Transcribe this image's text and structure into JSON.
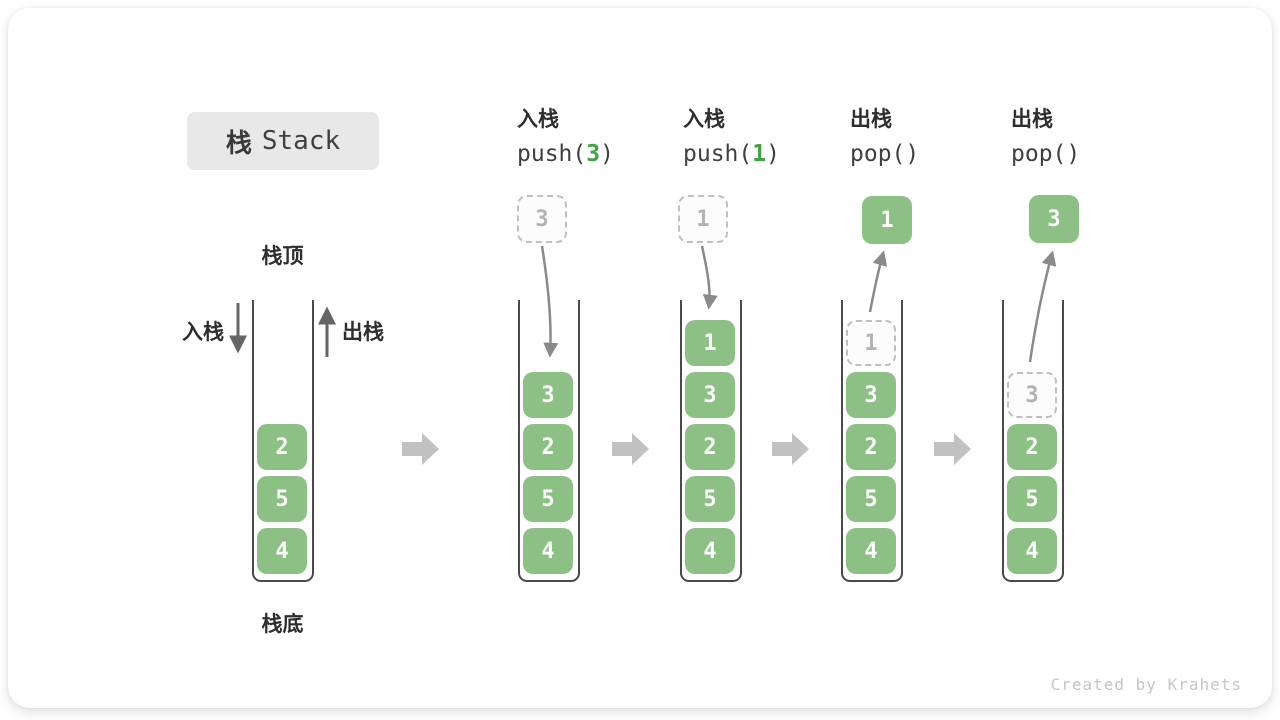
{
  "title": {
    "zh": "栈",
    "en": "Stack"
  },
  "legend": {
    "top": "栈顶",
    "bottom": "栈底",
    "push": "入栈",
    "pop": "出栈"
  },
  "base_stack": {
    "items": [
      "2",
      "5",
      "4"
    ]
  },
  "steps": [
    {
      "label_zh": "入栈",
      "code_prefix": "push(",
      "code_arg": "3",
      "code_suffix": ")",
      "float_value": "3",
      "items": [
        "3",
        "2",
        "5",
        "4"
      ]
    },
    {
      "label_zh": "入栈",
      "code_prefix": "push(",
      "code_arg": "1",
      "code_suffix": ")",
      "float_value": "1",
      "items": [
        "1",
        "3",
        "2",
        "5",
        "4"
      ]
    },
    {
      "label_zh": "出栈",
      "code_prefix": "pop(",
      "code_arg": "",
      "code_suffix": ")",
      "float_value": "1",
      "ghost_value": "1",
      "items": [
        "3",
        "2",
        "5",
        "4"
      ]
    },
    {
      "label_zh": "出栈",
      "code_prefix": "pop(",
      "code_arg": "",
      "code_suffix": ")",
      "float_value": "3",
      "ghost_value": "3",
      "items": [
        "2",
        "5",
        "4"
      ]
    }
  ],
  "footer": {
    "credit": "Created by Krahets"
  },
  "colors": {
    "item_green": "#8cc084",
    "code_arg_green": "#3fa43f",
    "container_wall": "#4a4a4a",
    "flow_arrow_gray": "#c1c1c1",
    "thin_arrow_gray": "#8a8a8a",
    "ghost_border_gray": "#bfbfbf",
    "credit_gray": "#c6c6c6",
    "title_box_bg": "#e8e8e8"
  },
  "icons": {
    "flow_arrow": "➡",
    "push_arrow": "↓",
    "pop_arrow": "↑"
  }
}
